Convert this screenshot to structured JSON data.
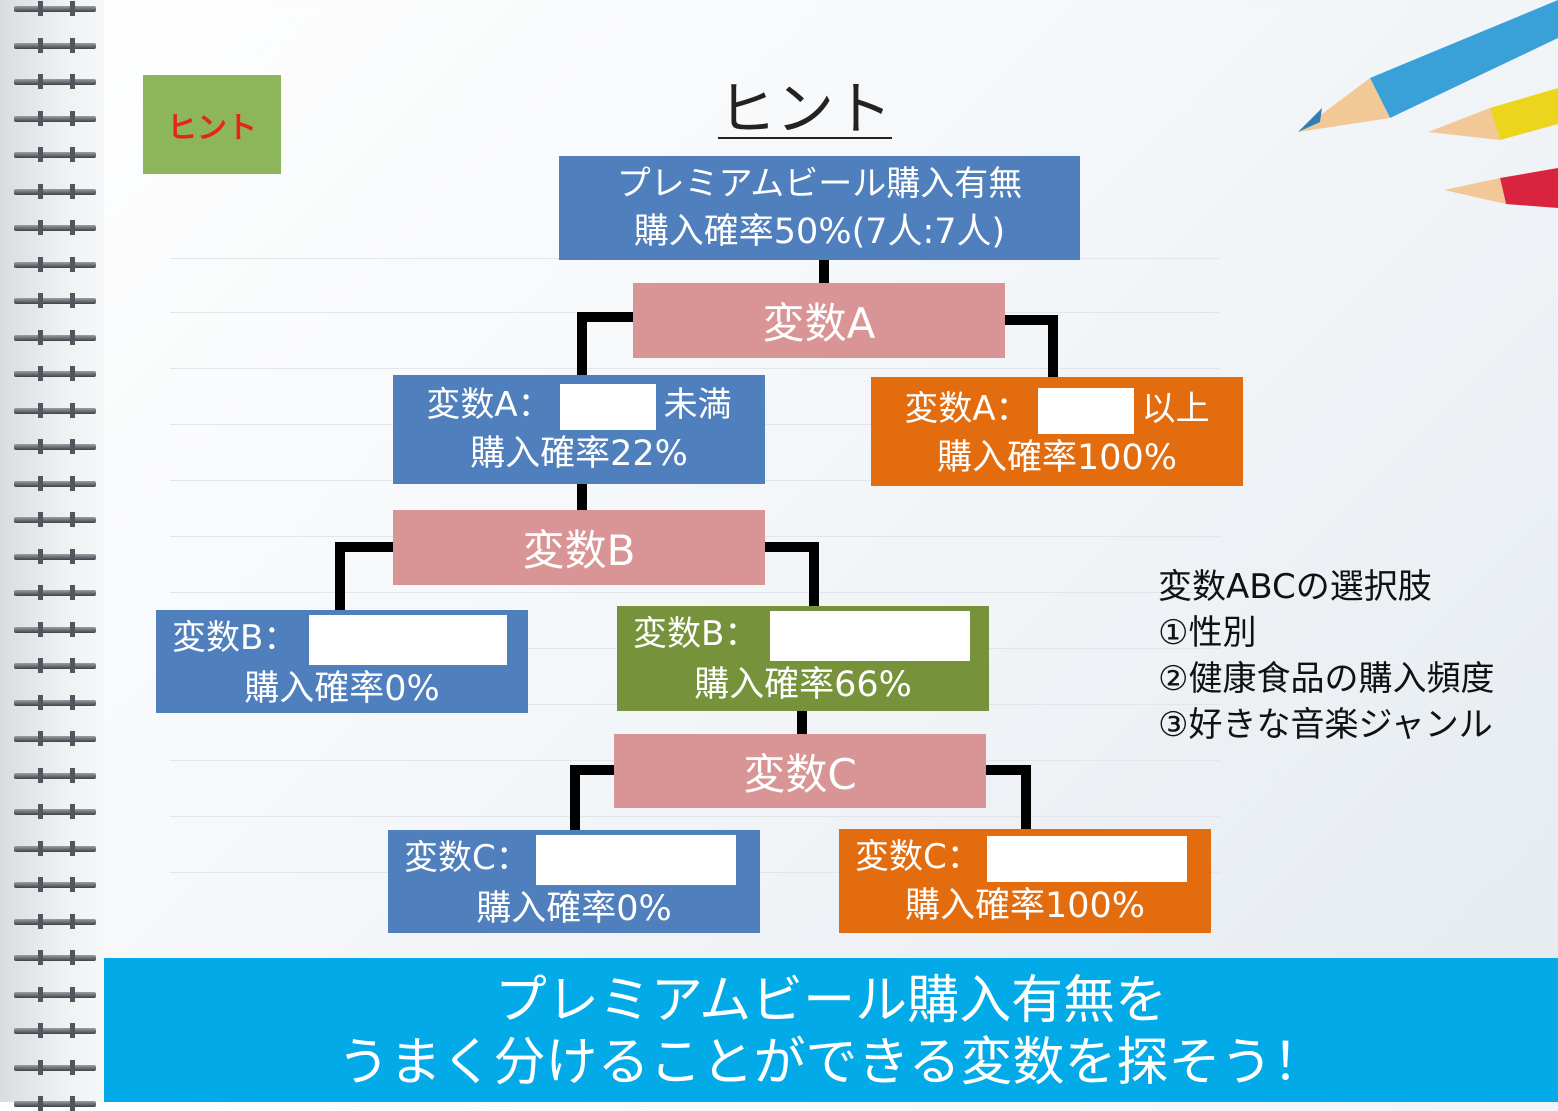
{
  "hint_tab": "ヒント",
  "title": "ヒント",
  "root": {
    "line1": "プレミアムビール購入有無",
    "line2": "購入確率50%(7人:7人)"
  },
  "split_a": "変数A",
  "node_a_left": {
    "prefix": "変数A：",
    "suffix": "未満",
    "prob": "購入確率22%"
  },
  "node_a_right": {
    "prefix": "変数A：",
    "suffix": "以上",
    "prob": "購入確率100%"
  },
  "split_b": "変数B",
  "node_b_left": {
    "prefix": "変数B：",
    "prob": "購入確率0%"
  },
  "node_b_right": {
    "prefix": "変数B：",
    "prob": "購入確率66%"
  },
  "split_c": "変数C",
  "node_c_left": {
    "prefix": "変数C：",
    "prob": "購入確率0%"
  },
  "node_c_right": {
    "prefix": "変数C：",
    "prob": "購入確率100%"
  },
  "choices": {
    "heading": "変数ABCの選択肢",
    "items": [
      "①性別",
      "②健康食品の購入頻度",
      "③好きな音楽ジャンル"
    ]
  },
  "banner": {
    "line1": "プレミアムビール購入有無を",
    "line2": "うまく分けることができる変数を探そう！"
  },
  "colors": {
    "node_blue": "#4f7fbc",
    "node_orange": "#e26c0e",
    "node_green": "#76923a",
    "split_pink": "#d99595",
    "hint_tab": "#8db55a",
    "hint_text": "#e8231c",
    "banner": "#02abe8"
  }
}
